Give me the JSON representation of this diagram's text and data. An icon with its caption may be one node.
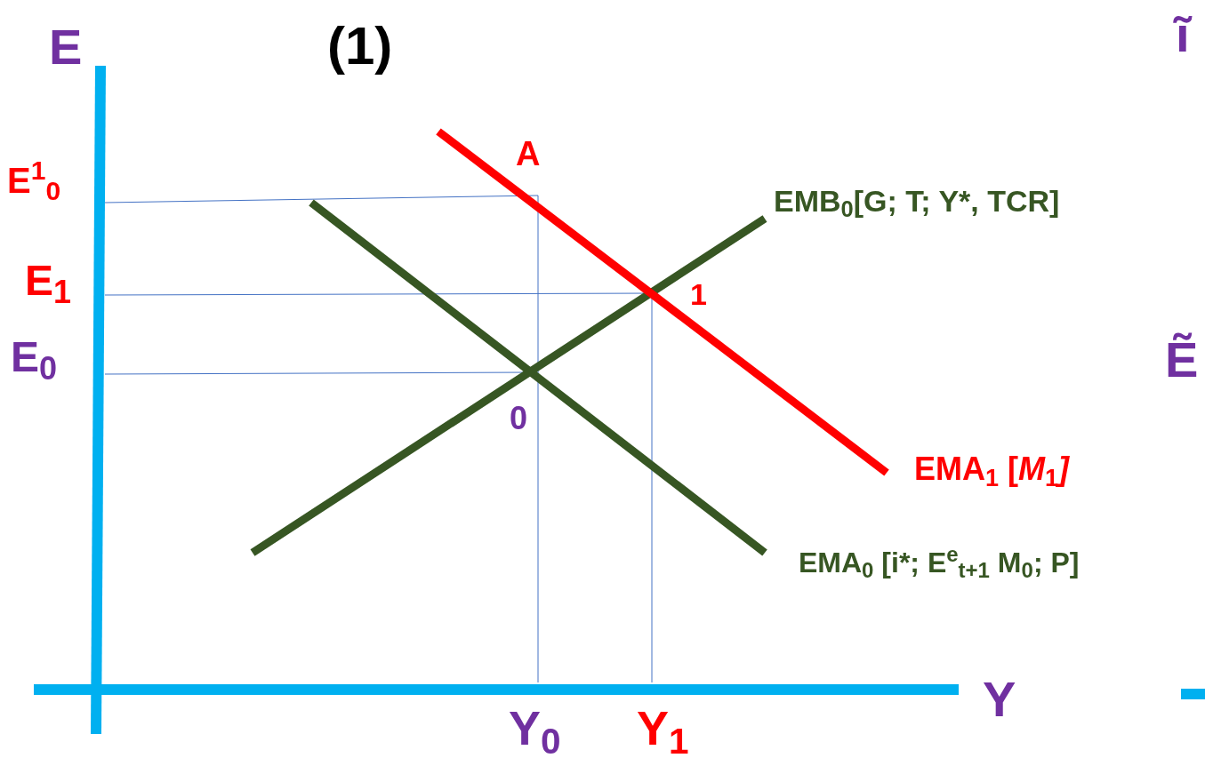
{
  "diagram": {
    "labels": [
      "E",
      "(1)",
      "ĩ",
      "A",
      "E$^{1}$$_{0}$",
      "EMB$_{0}$[G; T; Y*, TCR]",
      "E$_{1}$",
      "1",
      "E$_{0}$",
      "Ẽ",
      "0",
      "EMA$_{1}$ [*M*$_{1}$*]*",
      "EMA$_{0}$ [i*; E$^{e}$$_{t+1}$ M$_{0}$; P]",
      "Y",
      "Y$_{0}$",
      "Y$_{1}$"
    ]
  }
}
